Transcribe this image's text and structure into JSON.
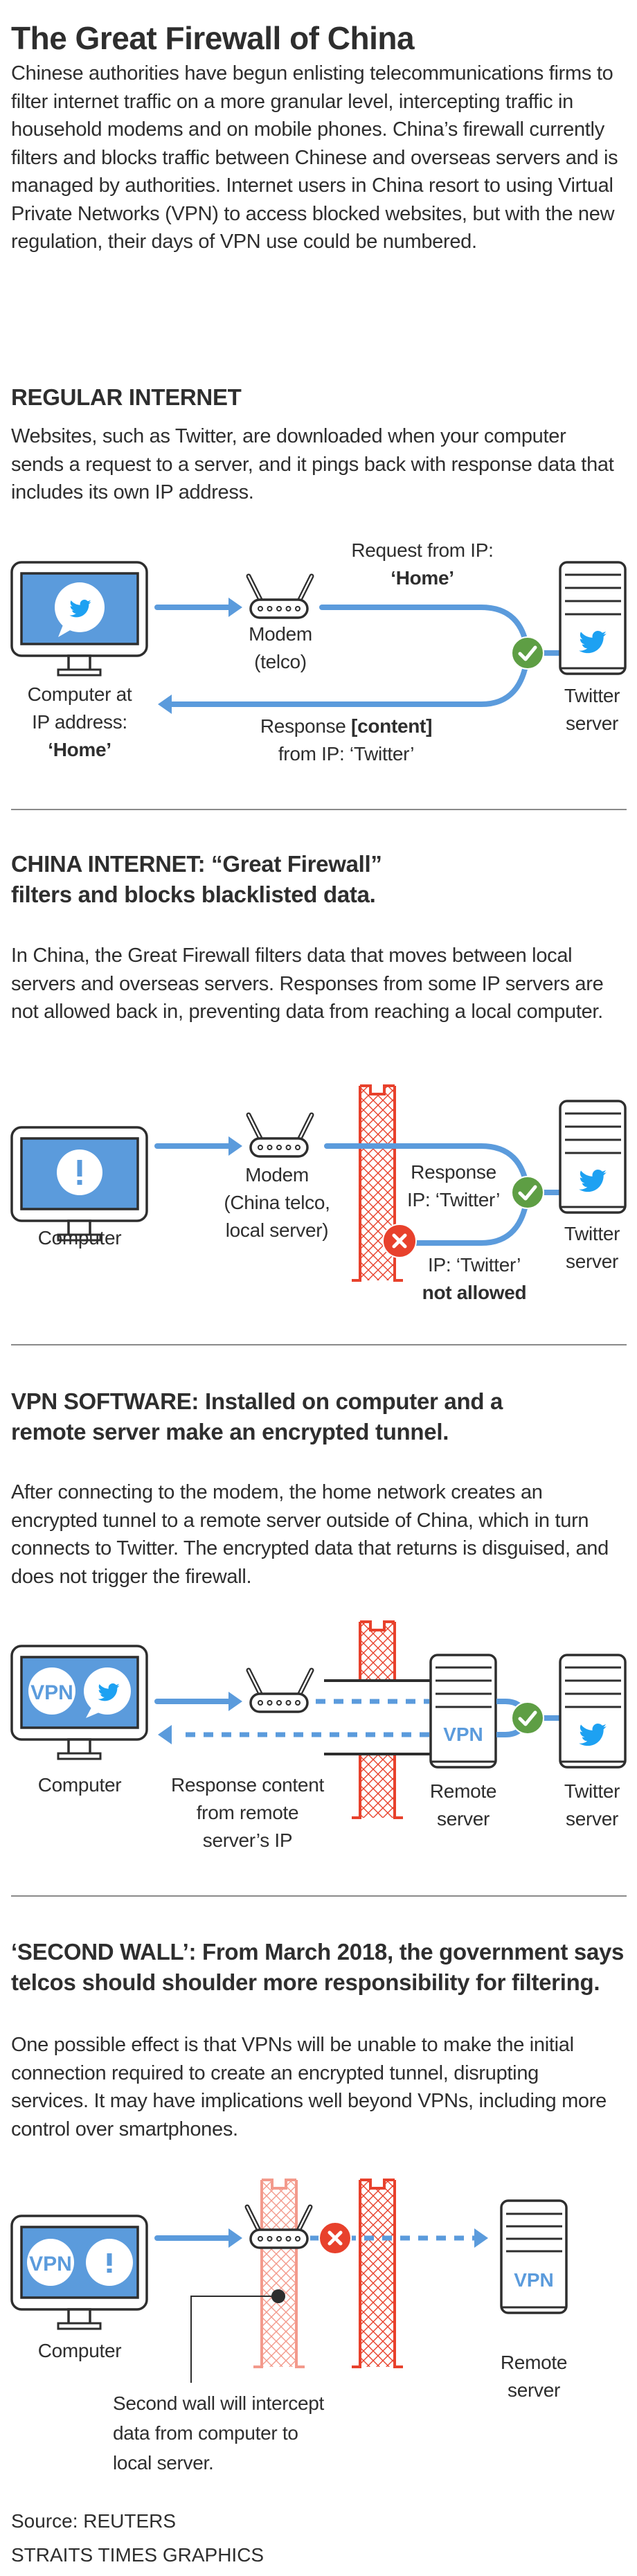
{
  "title": "The Great Firewall of China",
  "intro": "Chinese authorities have begun enlisting telecommunications firms to filter internet traffic on a more granular level, intercepting traffic in household modems and on mobile phones. China’s firewall currently filters and blocks traffic between Chinese and overseas servers and is managed by authorities. Internet users in China resort to using Virtual Private Networks (VPN) to access blocked websites, but with the new regulation, their days of VPN use could be numbered.",
  "colors": {
    "text": "#2e2e2e",
    "flow_blue": "#5b9bdc",
    "twitter_blue": "#1da1f2",
    "screen_blue": "#5b9bdc",
    "ok_green": "#5e9e44",
    "block_red": "#e8412c",
    "wall_red": "#e8412c",
    "second_wall_pink": "#f39a8c",
    "divider": "#8a8a8a"
  },
  "sections": [
    {
      "id": "regular",
      "heading_bold": "REGULAR INTERNET",
      "heading_rest": "",
      "body": "Websites, such as Twitter, are downloaded when your computer sends a request to a server, and it pings back with response data that includes its own IP address.",
      "diagram": {
        "computer_label_1": "Computer at",
        "computer_label_2": "IP address:",
        "computer_label_3": "‘Home’",
        "screen_icons": [
          "twitter-bubble-icon"
        ],
        "modem_label_1": "Modem",
        "modem_label_2": "(telco)",
        "request_label_1": "Request from IP:",
        "request_label_2": "‘Home’",
        "response_label_1a": "Response ",
        "response_label_1b": "[content]",
        "response_label_2": "from IP: ‘Twitter’",
        "server_label_1": "Twitter",
        "server_label_2": "server",
        "status_icon": "check-icon"
      }
    },
    {
      "id": "china",
      "heading_bold": "CHINA INTERNET: “Great Firewall”",
      "heading_rest": " filters and blocks blacklisted data.",
      "body": "In China, the Great Firewall filters data that moves between local servers and overseas servers. Responses from some IP servers are not allowed back in, preventing data from reaching a local computer.",
      "diagram": {
        "computer_label": "Computer",
        "screen_icons": [
          "exclamation-icon"
        ],
        "modem_label_1": "Modem",
        "modem_label_2": "(China telco,",
        "modem_label_3": "local server)",
        "response_label_1": "Response",
        "response_label_2": "IP: ‘Twitter’",
        "blocked_label_1": "IP: ‘Twitter’",
        "blocked_label_2": "not allowed",
        "server_label_1": "Twitter",
        "server_label_2": "server"
      }
    },
    {
      "id": "vpn",
      "heading_bold": "VPN SOFTWARE:",
      "heading_rest": " Installed on computer and a remote server make an ",
      "heading_bold_2": "encrypted tunnel.",
      "body": "After connecting to the modem, the home network creates an encrypted tunnel to a remote server outside of China, which in turn connects to Twitter. The encrypted data that returns is disguised, and does not trigger the firewall.",
      "diagram": {
        "computer_label": "Computer",
        "screen_vpn_text": "VPN",
        "response_label_1": "Response content",
        "response_label_2": "from remote",
        "response_label_3": "server’s IP",
        "remote_vpn_text": "VPN",
        "remote_label_1": "Remote",
        "remote_label_2": "server",
        "server_label_1": "Twitter",
        "server_label_2": "server"
      }
    },
    {
      "id": "second-wall",
      "heading_bold": "‘SECOND WALL’: From March 2018,",
      "heading_rest": " the government says telcos should shoulder more responsibility for filtering.",
      "body": "One possible effect is that VPNs will be unable to make the initial connection required to create an encrypted tunnel, disrupting services. It may have implications well beyond VPNs, including more control over smartphones.",
      "diagram": {
        "computer_label": "Computer",
        "screen_vpn_text": "VPN",
        "remote_vpn_text": "VPN",
        "remote_label_1": "Remote",
        "remote_label_2": "server",
        "annotation_1": "Second wall will intercept",
        "annotation_2": "data from computer to",
        "annotation_3": "local server."
      }
    }
  ],
  "footer": {
    "source": "Source: REUTERS",
    "credit": "STRAITS TIMES GRAPHICS"
  }
}
